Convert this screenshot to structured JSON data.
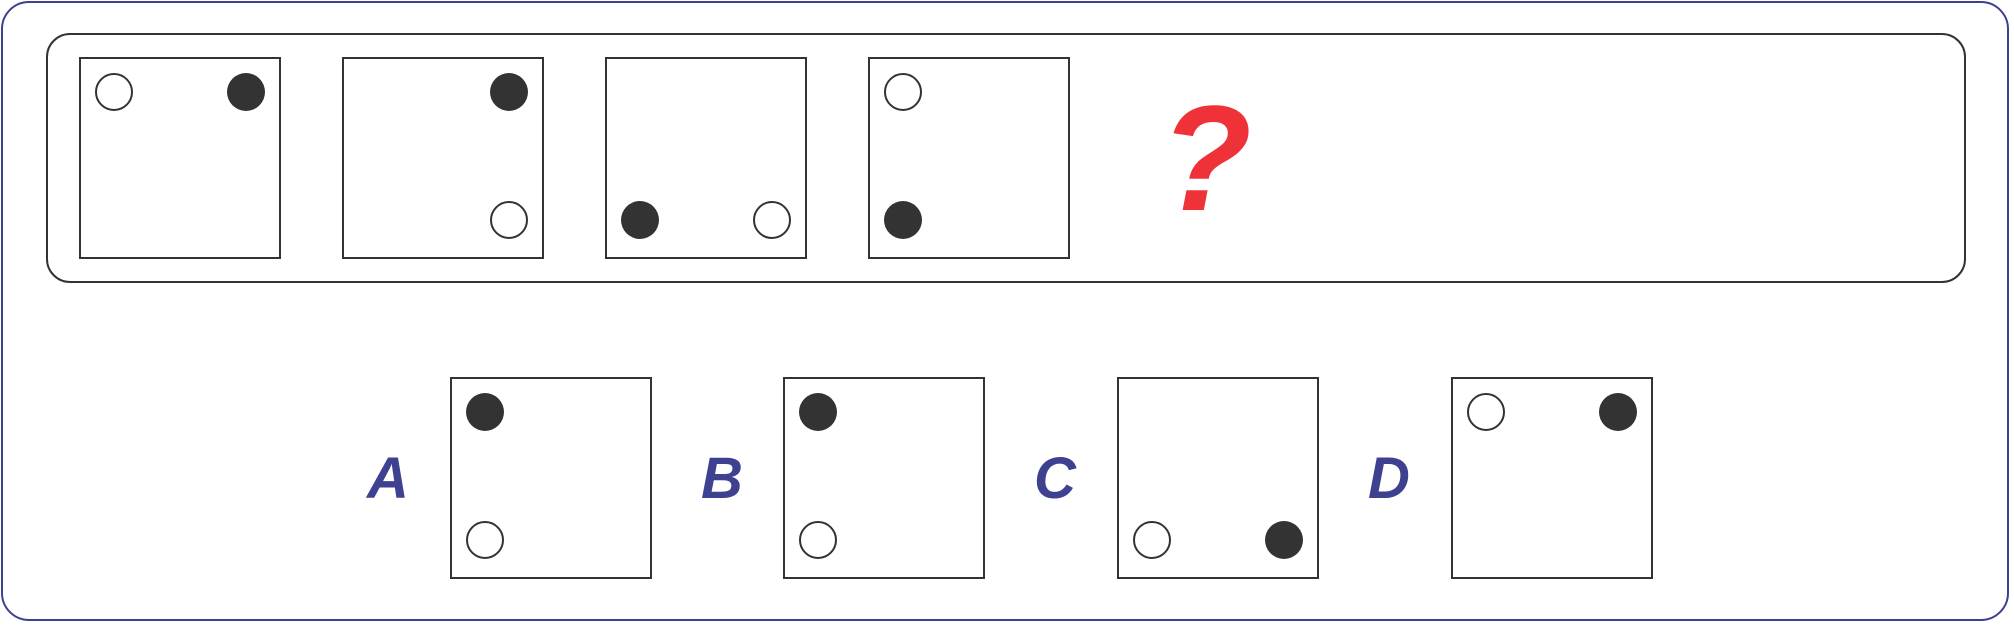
{
  "colors": {
    "accent": "#3e418f",
    "question": "#ee3238",
    "ink": "#333333",
    "black_dot": "#333333",
    "white_dot": "#ffffff"
  },
  "question_mark": "?",
  "sequence": [
    {
      "dots": [
        {
          "pos": "top-left",
          "fill": "white"
        },
        {
          "pos": "top-right",
          "fill": "black"
        }
      ]
    },
    {
      "dots": [
        {
          "pos": "top-right",
          "fill": "black"
        },
        {
          "pos": "bottom-right",
          "fill": "white"
        }
      ]
    },
    {
      "dots": [
        {
          "pos": "bottom-left",
          "fill": "black"
        },
        {
          "pos": "bottom-right",
          "fill": "white"
        }
      ]
    },
    {
      "dots": [
        {
          "pos": "top-left",
          "fill": "white"
        },
        {
          "pos": "bottom-left",
          "fill": "black"
        }
      ]
    }
  ],
  "options": [
    {
      "label": "A",
      "dots": [
        {
          "pos": "top-left",
          "fill": "black"
        },
        {
          "pos": "bottom-left",
          "fill": "white"
        }
      ]
    },
    {
      "label": "B",
      "dots": [
        {
          "pos": "top-left",
          "fill": "black"
        },
        {
          "pos": "bottom-left",
          "fill": "white"
        }
      ]
    },
    {
      "label": "C",
      "dots": [
        {
          "pos": "bottom-left",
          "fill": "white"
        },
        {
          "pos": "bottom-right",
          "fill": "black"
        }
      ]
    },
    {
      "label": "D",
      "dots": [
        {
          "pos": "top-left",
          "fill": "white"
        },
        {
          "pos": "top-right",
          "fill": "black"
        }
      ]
    }
  ]
}
